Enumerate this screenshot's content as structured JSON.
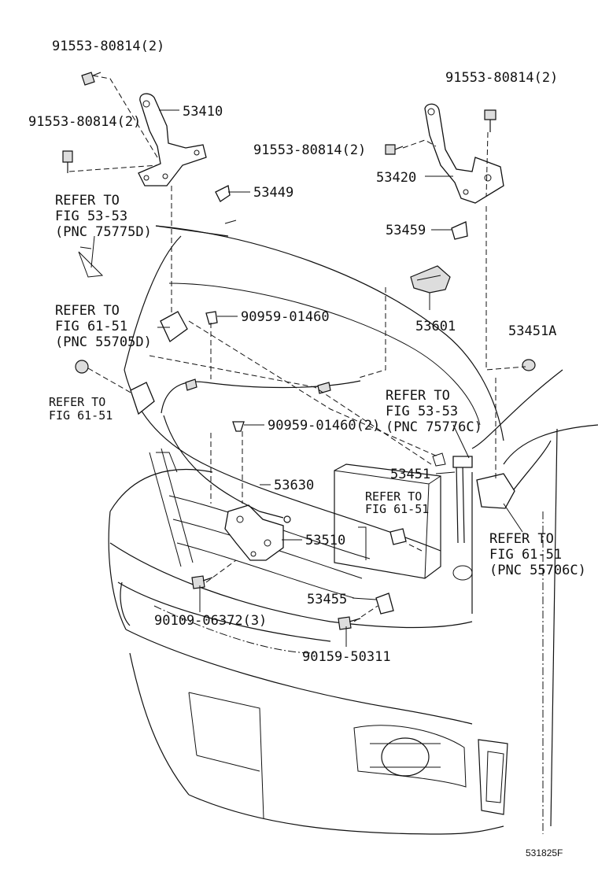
{
  "labels": {
    "bolt_top_left": "91553-80814(2)",
    "bolt_left": "91553-80814(2)",
    "hinge_lh": "53410",
    "clip_53449": "53449",
    "refer_1_line1": "REFER TO",
    "refer_1_line2": "FIG 53-53",
    "refer_1_line3": "(PNC 75775D)",
    "refer_2_line1": "REFER TO",
    "refer_2_line2": "FIG 61-51",
    "refer_2_line3": "(PNC 55705D)",
    "clip_90959_a": "90959-01460",
    "refer_3_line1": "REFER TO",
    "refer_3_line2": "FIG  61-51",
    "clip_90959_b": "90959-01460(2)",
    "cable_53630": "53630",
    "lock_53510": "53510",
    "bolt_90109": "90109-06372(3)",
    "bracket_53455": "53455",
    "bolt_90159": "90159-50311",
    "bolt_top_right": "91553-80814(2)",
    "bolt_right": "91553-80814(2)",
    "hinge_rh": "53420",
    "clip_53459": "53459",
    "lever_53601": "53601",
    "cushion_53451A": "53451A",
    "refer_4_line1": "REFER TO",
    "refer_4_line2": "FIG 53-53",
    "refer_4_line3": "(PNC 75776C)",
    "support_53451": "53451",
    "refer_5_line1": "REFER TO",
    "refer_5_line2": "FIG  61-51",
    "refer_6_line1": "REFER TO",
    "refer_6_line2": "FIG 61-51",
    "refer_6_line3": "(PNC 55706C)",
    "figure_code": "531825F"
  }
}
